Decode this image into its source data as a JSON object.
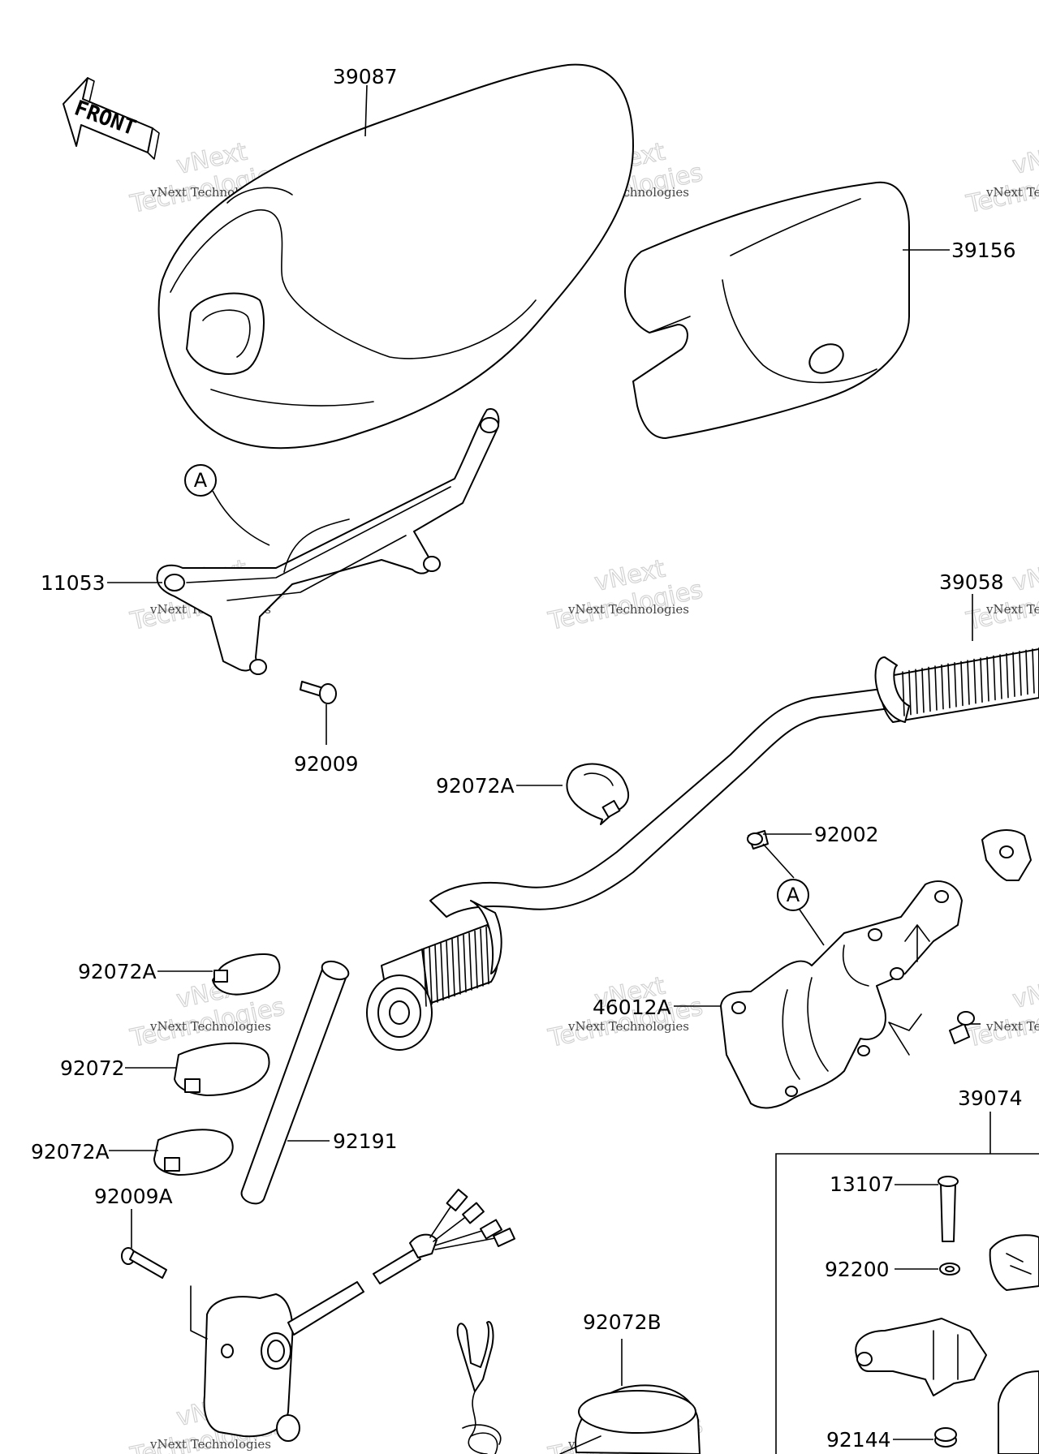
{
  "front_label": "FRONT",
  "callout_letter": "A",
  "watermark": {
    "small": "vNext Technologies",
    "big_top": "vNext",
    "big_bottom": "Technologies"
  },
  "labels": {
    "p39087": "39087",
    "p39156": "39156",
    "p11053": "11053",
    "p92009": "92009",
    "p39058": "39058",
    "p92072A_mid": "92072A",
    "p92002": "92002",
    "p46012A": "46012A",
    "p92072A_left1": "92072A",
    "p92072": "92072",
    "p92072A_left2": "92072A",
    "p92191": "92191",
    "p92009A": "92009A",
    "p39074": "39074",
    "p13107": "13107",
    "p92200": "92200",
    "p92072B": "92072B",
    "p92144": "92144"
  }
}
